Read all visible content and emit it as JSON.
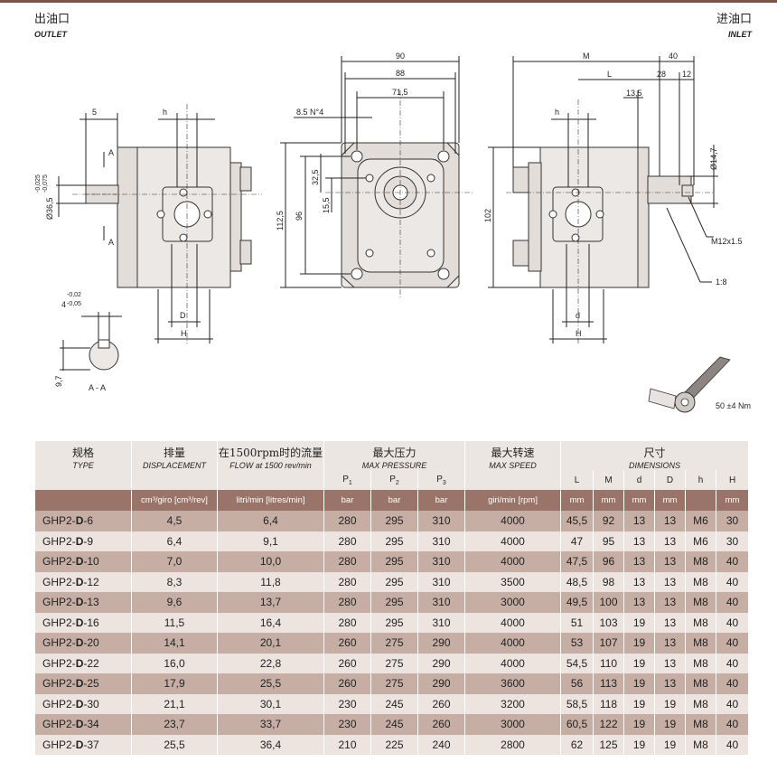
{
  "header": {
    "outlet_cn": "出油口",
    "outlet_en": "OUTLET",
    "inlet_cn": "进油口",
    "inlet_en": "INLET"
  },
  "drawing": {
    "left_view": {
      "dim_5": "5",
      "dim_h": "h",
      "section_a": "A",
      "shaft_dia": "Ø36,5",
      "shaft_tol_hi": "-0,025",
      "shaft_tol_lo": "-0,075",
      "dim_D": "D",
      "dim_H": "H",
      "key_width": "4",
      "key_tol_hi": "-0,02",
      "key_tol_lo": "-0,05",
      "key_height": "9,7",
      "section_label": "A - A"
    },
    "middle_view": {
      "dim_90": "90",
      "dim_88": "88",
      "dim_71_5": "71,5",
      "dim_holes": "8.5 N°4",
      "dim_112_5": "112,5",
      "dim_96": "96",
      "dim_32_5": "32,5",
      "dim_15_5": "15,5"
    },
    "right_view": {
      "dim_M": "M",
      "dim_L": "L",
      "dim_40": "40",
      "dim_28": "28",
      "dim_12": "12",
      "dim_13_5": "13,5",
      "dim_h": "h",
      "dim_102": "102",
      "dim_14_7": "Ø14,7",
      "thread": "M12x1.5",
      "taper": "1:8",
      "dim_d": "d",
      "dim_H": "H"
    },
    "torque": "50 ±4 Nm"
  },
  "table": {
    "headers": {
      "type_cn": "规格",
      "type_en": "TYPE",
      "disp_cn": "排量",
      "disp_en": "DISPLACEMENT",
      "flow_cn": "在1500rpm时的流量",
      "flow_en": "FLOW at 1500 rev/min",
      "press_cn": "最大压力",
      "press_en": "MAX PRESSURE",
      "speed_cn": "最大转速",
      "speed_en": "MAX SPEED",
      "dim_cn": "尺寸",
      "dim_en": "DIMENSIONS",
      "p1": "P1",
      "p2": "P2",
      "p3": "P3",
      "L": "L",
      "M": "M",
      "d": "d",
      "D": "D",
      "h": "h",
      "H": "H"
    },
    "units": [
      "",
      "cm³/giro [cm³/rev]",
      "litri/min [litres/min]",
      "bar",
      "bar",
      "bar",
      "giri/min [rpm]",
      "mm",
      "mm",
      "mm",
      "mm",
      "",
      "mm"
    ],
    "rows": [
      {
        "pre": "GHP2-",
        "mid": "D",
        "suf": "-6",
        "cells": [
          "4,5",
          "6,4",
          "280",
          "295",
          "310",
          "4000",
          "45,5",
          "92",
          "13",
          "13",
          "M6",
          "30"
        ]
      },
      {
        "pre": "GHP2-",
        "mid": "D",
        "suf": "-9",
        "cells": [
          "6,4",
          "9,1",
          "280",
          "295",
          "310",
          "4000",
          "47",
          "95",
          "13",
          "13",
          "M6",
          "30"
        ]
      },
      {
        "pre": "GHP2-",
        "mid": "D",
        "suf": "-10",
        "cells": [
          "7,0",
          "10,0",
          "280",
          "295",
          "310",
          "4000",
          "47,5",
          "96",
          "13",
          "13",
          "M8",
          "40"
        ]
      },
      {
        "pre": "GHP2-",
        "mid": "D",
        "suf": "-12",
        "cells": [
          "8,3",
          "11,8",
          "280",
          "295",
          "310",
          "3500",
          "48,5",
          "98",
          "13",
          "13",
          "M8",
          "40"
        ]
      },
      {
        "pre": "GHP2-",
        "mid": "D",
        "suf": "-13",
        "cells": [
          "9,6",
          "13,7",
          "280",
          "295",
          "310",
          "3000",
          "49,5",
          "100",
          "13",
          "13",
          "M8",
          "40"
        ]
      },
      {
        "pre": "GHP2-",
        "mid": "D",
        "suf": "-16",
        "cells": [
          "11,5",
          "16,4",
          "280",
          "295",
          "310",
          "4000",
          "51",
          "103",
          "19",
          "13",
          "M8",
          "40"
        ]
      },
      {
        "pre": "GHP2-",
        "mid": "D",
        "suf": "-20",
        "cells": [
          "14,1",
          "20,1",
          "260",
          "275",
          "290",
          "4000",
          "53",
          "107",
          "19",
          "13",
          "M8",
          "40"
        ]
      },
      {
        "pre": "GHP2-",
        "mid": "D",
        "suf": "-22",
        "cells": [
          "16,0",
          "22,8",
          "260",
          "275",
          "290",
          "4000",
          "54,5",
          "110",
          "19",
          "13",
          "M8",
          "40"
        ]
      },
      {
        "pre": "GHP2-",
        "mid": "D",
        "suf": "-25",
        "cells": [
          "17,9",
          "25,5",
          "260",
          "275",
          "290",
          "3600",
          "56",
          "113",
          "19",
          "13",
          "M8",
          "40"
        ]
      },
      {
        "pre": "GHP2-",
        "mid": "D",
        "suf": "-30",
        "cells": [
          "21,1",
          "30,1",
          "230",
          "245",
          "260",
          "3200",
          "58,5",
          "118",
          "19",
          "19",
          "M8",
          "40"
        ]
      },
      {
        "pre": "GHP2-",
        "mid": "D",
        "suf": "-34",
        "cells": [
          "23,7",
          "33,7",
          "230",
          "245",
          "260",
          "3000",
          "60,5",
          "122",
          "19",
          "19",
          "M8",
          "40"
        ]
      },
      {
        "pre": "GHP2-",
        "mid": "D",
        "suf": "-37",
        "cells": [
          "25,5",
          "36,4",
          "210",
          "225",
          "240",
          "2800",
          "62",
          "125",
          "19",
          "19",
          "M8",
          "40"
        ]
      }
    ]
  }
}
